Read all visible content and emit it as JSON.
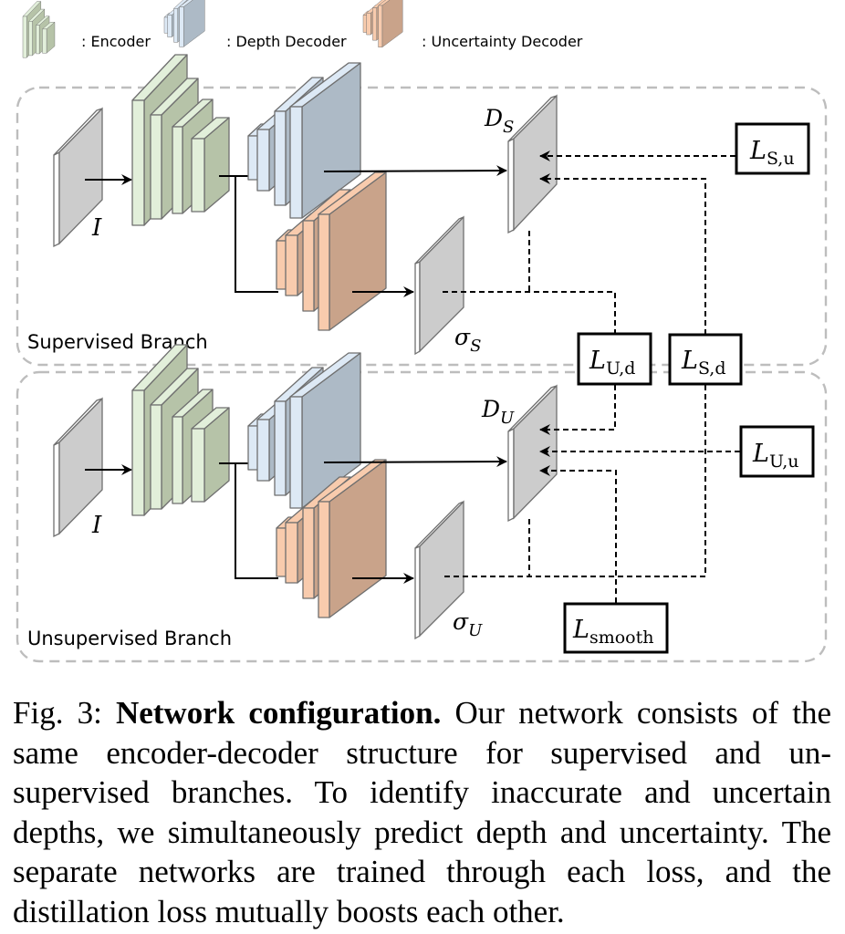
{
  "legend": [
    {
      "key": "encoder",
      "label": ": Encoder"
    },
    {
      "key": "depth_decoder",
      "label": ": Depth Decoder"
    },
    {
      "key": "uncertainty_decoder",
      "label": ": Uncertainty Decoder"
    }
  ],
  "colors": {
    "encoder_front": "#e2efda",
    "encoder_side": "#b6c3a8",
    "depth_front": "#dde9f5",
    "depth_side": "#adbac6",
    "uncert_front": "#f8cbad",
    "uncert_side": "#c9a38a",
    "plane_face": "#cccccc",
    "panel_border": "#bdbdbd"
  },
  "branches": {
    "supervised": {
      "label": "Supervised Branch",
      "input_symbol": "I",
      "depth_symbol": "D",
      "depth_subscript": "S",
      "uncert_symbol": "σ",
      "uncert_subscript": "S"
    },
    "unsupervised": {
      "label": "Unsupervised Branch",
      "input_symbol": "I",
      "depth_symbol": "D",
      "depth_subscript": "U",
      "uncert_symbol": "σ",
      "uncert_subscript": "U"
    }
  },
  "losses": {
    "L_Su": {
      "symbol": "L",
      "subscript": "S,u"
    },
    "L_Ud": {
      "symbol": "L",
      "subscript": "U,d"
    },
    "L_Sd": {
      "symbol": "L",
      "subscript": "S,d"
    },
    "L_Uu": {
      "symbol": "L",
      "subscript": "U,u"
    },
    "L_smooth": {
      "symbol": "L",
      "subscript": "smooth"
    }
  },
  "caption": {
    "prefix": "Fig. 3: ",
    "title": "Network configuration.",
    "body": " Our network consists of the same encoder-decoder structure for supervised and un­supervised branches. To identify inaccurate and uncertain depths, we simultaneously predict depth and uncertainty. The separate networks are trained through each loss, and the distillation loss mutually boosts each other."
  }
}
